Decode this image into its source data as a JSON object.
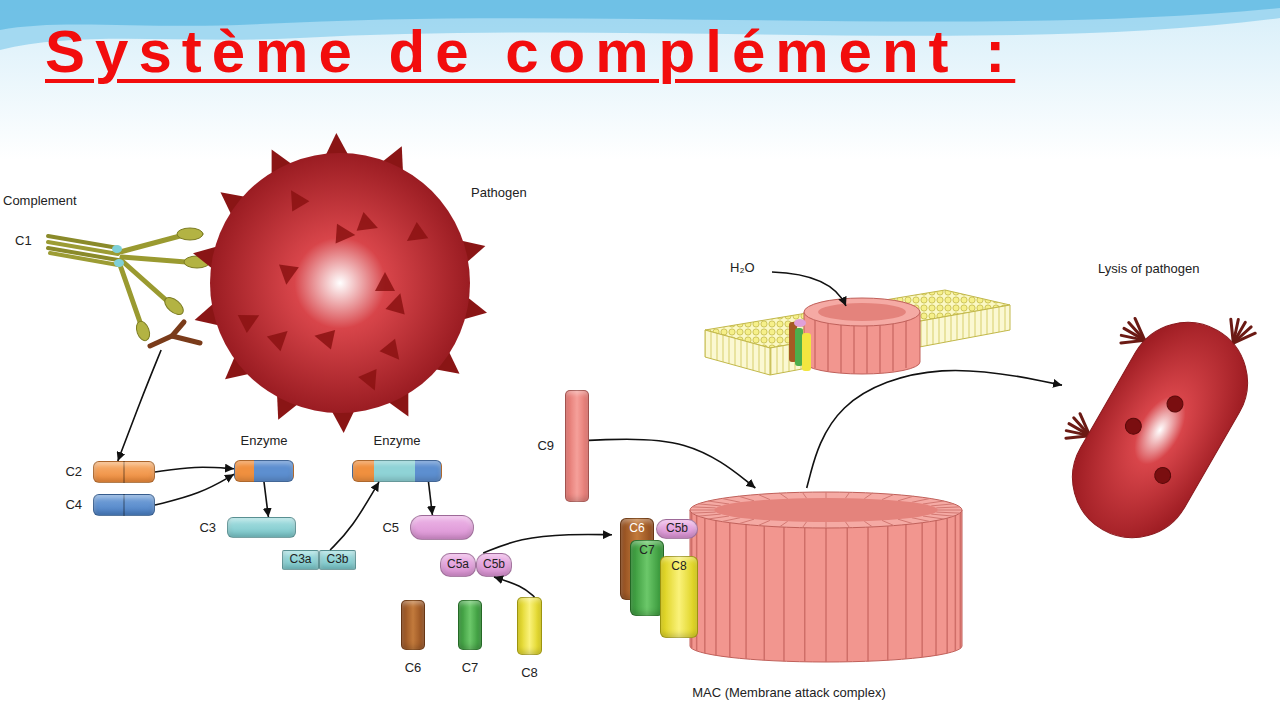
{
  "diagram": {
    "title": "Système de complément :",
    "nodes": [
      {
        "text": [
          "Complement",
          "C1"
        ]
      },
      {
        "text": [
          "Pathogen"
        ]
      },
      {
        "text": [
          "Lysis of pathogen"
        ]
      },
      {
        "text": [
          "C2"
        ]
      },
      {
        "text": [
          "C4"
        ]
      },
      {
        "text": [
          "Enzyme"
        ]
      },
      {
        "text": [
          "Enzyme"
        ]
      },
      {
        "text": [
          "C9"
        ]
      },
      {
        "text": [
          "C3"
        ]
      },
      {
        "text": [
          "C3a"
        ]
      },
      {
        "text": [
          "C3b"
        ]
      },
      {
        "text": [
          "C5"
        ]
      },
      {
        "text": [
          "C5a"
        ]
      },
      {
        "text": [
          "C5b"
        ]
      },
      {
        "text": [
          "MAC (Membrane attack complex)"
        ]
      },
      {
        "text": [
          "C6"
        ],
        "in": 14
      },
      {
        "text": [
          "C5b"
        ],
        "in": 14
      },
      {
        "text": [
          "C7"
        ],
        "in": 14
      },
      {
        "text": [
          "C8"
        ],
        "in": 14
      },
      {
        "text": [
          "C6"
        ]
      },
      {
        "text": [
          "C7"
        ]
      },
      {
        "text": [
          "C8"
        ]
      }
    ],
    "edges": [
      {
        "from": 0,
        "to": 3,
        "arrow": "to"
      },
      {
        "from": 3,
        "to": 5,
        "arrow": "to"
      },
      {
        "from": 4,
        "to": 5,
        "arrow": "to"
      },
      {
        "from": 5,
        "to": 8,
        "arrow": "to"
      },
      {
        "from": 10,
        "to": 6,
        "arrow": "to"
      },
      {
        "from": 6,
        "to": 11,
        "arrow": "to"
      },
      {
        "from": 13,
        "to": 14,
        "arrow": "to"
      },
      {
        "from": 7,
        "to": 14,
        "arrow": "to"
      },
      {
        "from": 21,
        "to": 13,
        "arrow": "to"
      },
      {
        "from": 14,
        "to": 2,
        "arrow": "to"
      }
    ],
    "labels": [
      "H₂O"
    ]
  }
}
